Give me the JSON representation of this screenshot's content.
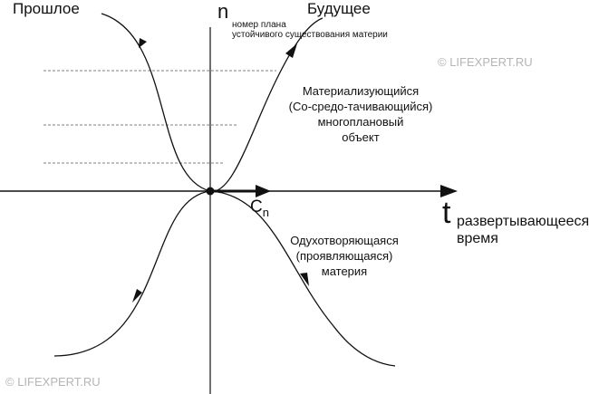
{
  "labels": {
    "past": "Прошлое",
    "future": "Будущее",
    "n_axis": "n",
    "n_axis_desc_line1": "номер плана",
    "n_axis_desc_line2": "устойчивого существования материи",
    "t_axis": "t",
    "t_axis_desc_line1": "развертывающееся",
    "t_axis_desc_line2": "время",
    "c_symbol": "C",
    "c_subscript": "n",
    "upper_region": [
      "Материализующийся",
      "(Со-средо-тачивающийся)",
      "многоплановый",
      "объект"
    ],
    "lower_region": [
      "Одухотворяющаяся",
      "(проявляющаяся)",
      "материя"
    ]
  },
  "watermark": "© LIFEXPERT.RU",
  "colors": {
    "ink": "#111111",
    "guide": "#555555",
    "watermark": "#b5b5b5"
  }
}
